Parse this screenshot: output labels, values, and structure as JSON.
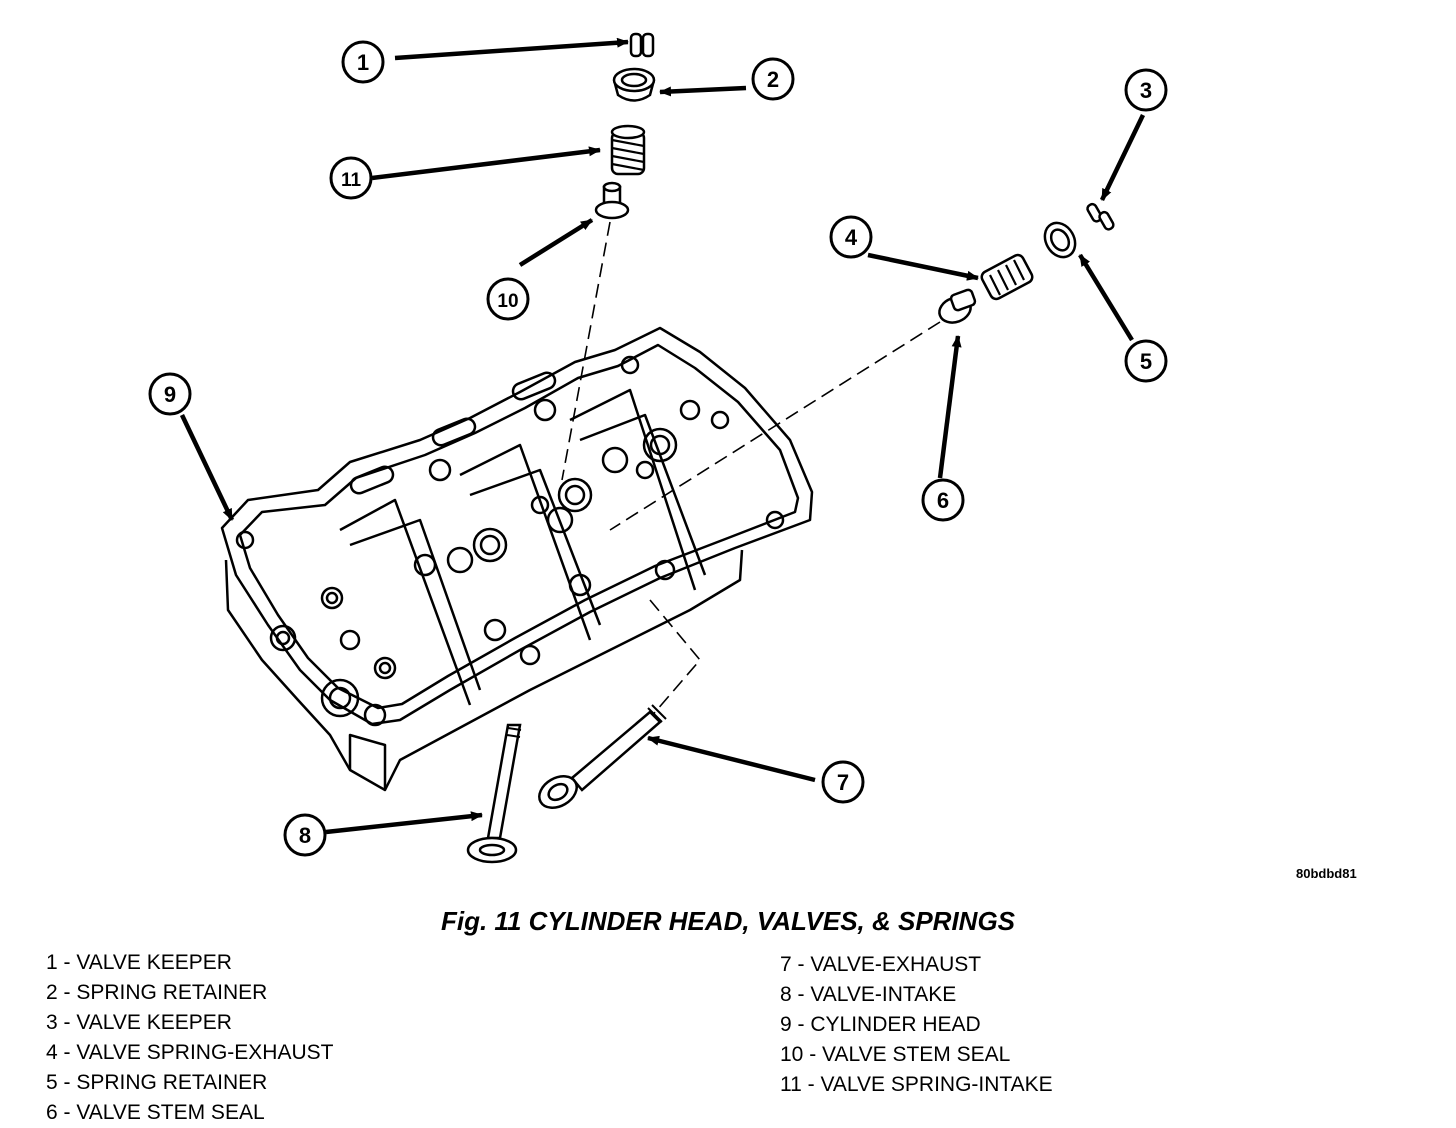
{
  "figure": {
    "ref_code": "80bdbd81",
    "caption": "Fig. 11 CYLINDER HEAD, VALVES, & SPRINGS"
  },
  "callouts": [
    "1",
    "2",
    "3",
    "4",
    "5",
    "6",
    "7",
    "8",
    "9",
    "10",
    "11"
  ],
  "legend": {
    "left": [
      "1 - VALVE KEEPER",
      "2 - SPRING RETAINER",
      "3 - VALVE KEEPER",
      "4 - VALVE SPRING-EXHAUST",
      "5 - SPRING RETAINER",
      "6 - VALVE STEM SEAL"
    ],
    "right": [
      "7 - VALVE-EXHAUST",
      "8 - VALVE-INTAKE",
      "9 - CYLINDER HEAD",
      "10 - VALVE STEM SEAL",
      "11 - VALVE SPRING-INTAKE"
    ]
  }
}
